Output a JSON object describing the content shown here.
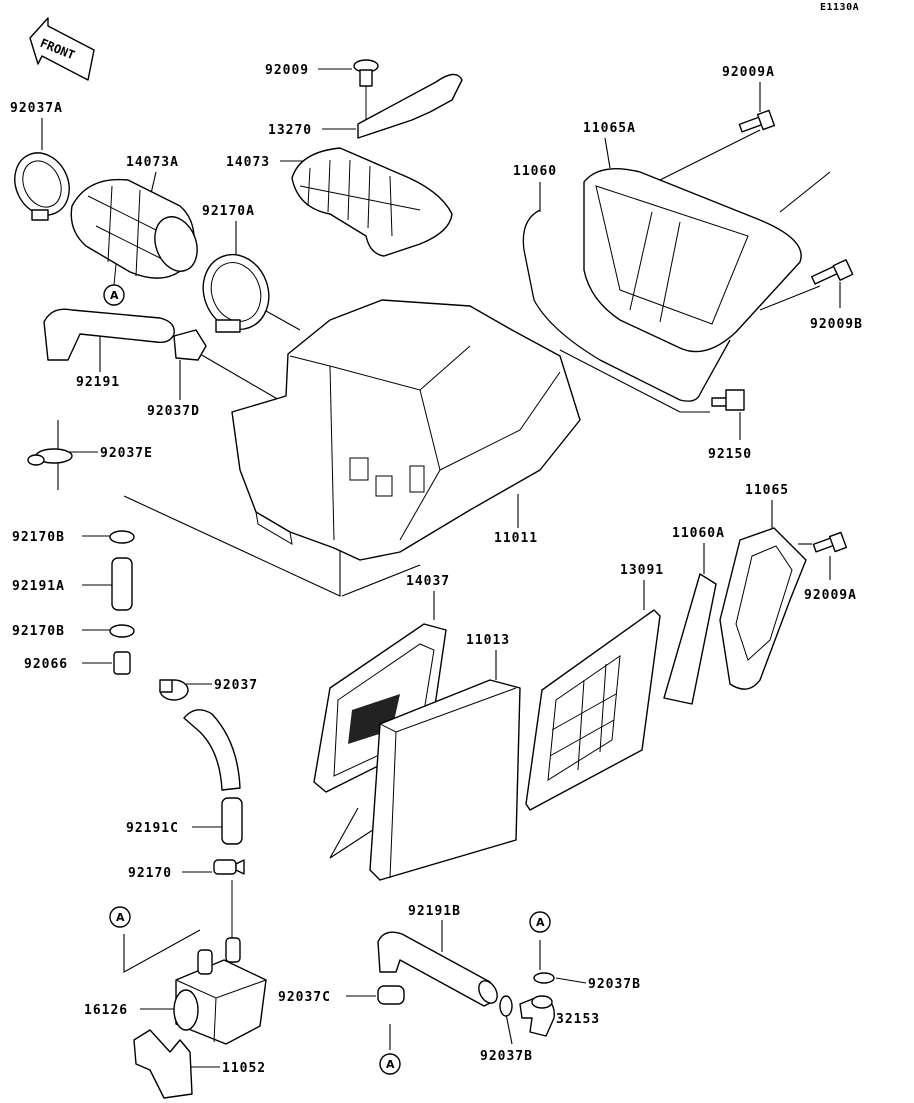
{
  "diagram": {
    "code": "E1130A",
    "front_label": "FRONT",
    "ref_marker": "A",
    "labels": {
      "p92009": "92009",
      "p13270": "13270",
      "p92009A_top": "92009A",
      "p11065A": "11065A",
      "p92037A": "92037A",
      "p14073A": "14073A",
      "p14073": "14073",
      "p11060": "11060",
      "p92170A": "92170A",
      "p92009B": "92009B",
      "p92191": "92191",
      "p92037D": "92037D",
      "p92037E": "92037E",
      "p92150": "92150",
      "p11011": "11011",
      "p11065": "11065",
      "p92170B_1": "92170B",
      "p11060A": "11060A",
      "p14037": "14037",
      "p13091": "13091",
      "p92009A_right": "92009A",
      "p92191A": "92191A",
      "p11013": "11013",
      "p92170B_2": "92170B",
      "p92066": "92066",
      "p92037": "92037",
      "p92191C": "92191C",
      "p92170": "92170",
      "p92191B": "92191B",
      "p92037B_1": "92037B",
      "p92037C": "92037C",
      "p16126": "16126",
      "p32153": "32153",
      "p92037B_2": "92037B",
      "p11052": "11052"
    }
  }
}
